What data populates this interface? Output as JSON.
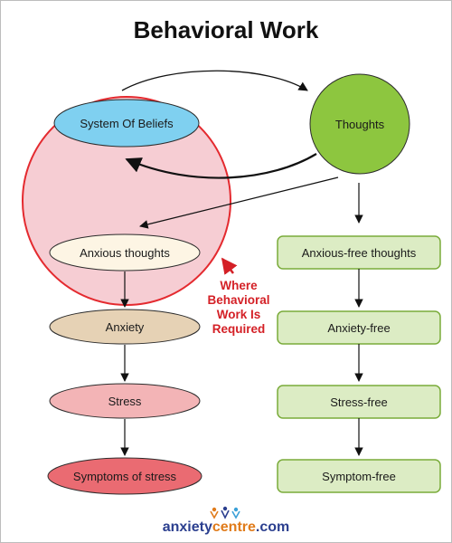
{
  "title": "Behavioral Work",
  "nodes": {
    "beliefs": "System Of Beliefs",
    "thoughts": "Thoughts",
    "anxious_thoughts": "Anxious thoughts",
    "anxiety": "Anxiety",
    "stress": "Stress",
    "symptoms": "Symptoms of stress",
    "anxious_free": "Anxious-free thoughts",
    "anxiety_free": "Anxiety-free",
    "stress_free": "Stress-free",
    "symptom_free": "Symptom-free"
  },
  "callout": {
    "line1": "Where",
    "line2": "Behavioral",
    "line3": "Work Is",
    "line4": "Required"
  },
  "logo": {
    "part1": "anxiety",
    "part2": "centre",
    "part3": ".com"
  },
  "colors": {
    "big_circle_fill": "#f6cdd3",
    "big_circle_stroke": "#e42a2f",
    "beliefs_fill": "#7fd0f0",
    "thoughts_fill": "#8dc63f",
    "anxious_thoughts_fill": "#fdf5e4",
    "anxiety_fill": "#e6d2b5",
    "stress_fill": "#f3b4b6",
    "symptoms_fill": "#ea6b72",
    "free_box_fill": "#dcecc4",
    "free_box_stroke": "#7aab3a",
    "callout_red": "#d42026"
  }
}
